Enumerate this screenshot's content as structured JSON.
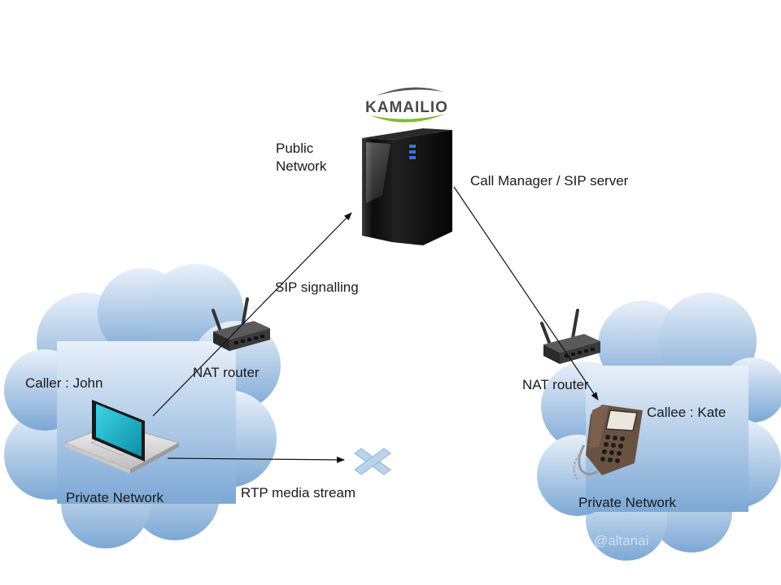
{
  "brand": {
    "logo_text": "KAMAILIO"
  },
  "labels": {
    "public_network": "Public Network",
    "call_manager": "Call Manager / SIP server",
    "sip_signalling": "SIP signalling",
    "nat_router_left": "NAT router",
    "nat_router_right": "NAT router",
    "caller": "Caller : John",
    "callee": "Callee : Kate",
    "private_network_left": "Private Network",
    "private_network_right": "Private Network",
    "rtp_media_stream": "RTP media stream",
    "watermark": "@altanai"
  },
  "colors": {
    "cloud_top": "#e6eef8",
    "cloud_bottom": "#7ea9d6",
    "logo_swoosh": "#7dbd2e",
    "server_body": "#141414",
    "screen_cyan": "#19b7cf",
    "phone_body": "#6a5242",
    "block_marker": "#b9d3ea"
  }
}
